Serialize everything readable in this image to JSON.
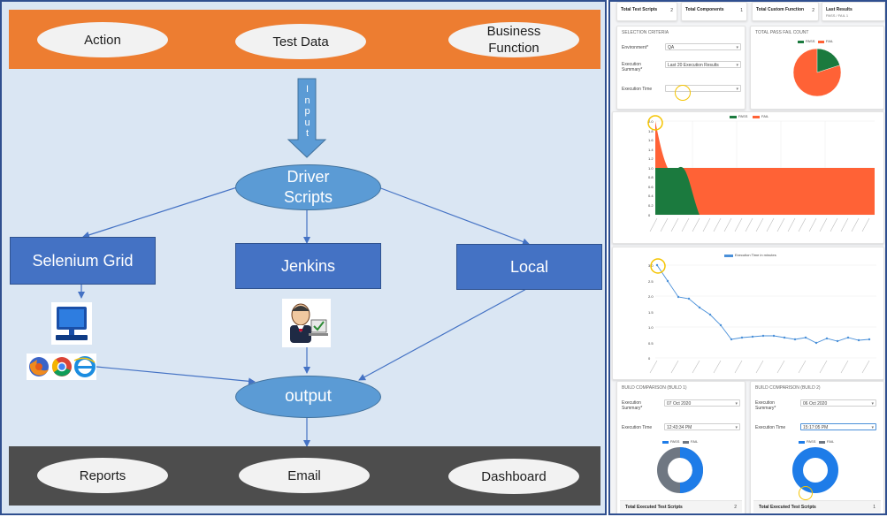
{
  "top_band": {
    "items": [
      "Action",
      "Test Data",
      "Business\nFunction"
    ]
  },
  "input_arrow": {
    "label": "Input",
    "letters": [
      "I",
      "n",
      "p",
      "u",
      "t"
    ]
  },
  "driver": {
    "label": "Driver\nScripts"
  },
  "targets": {
    "selenium": "Selenium Grid",
    "jenkins": "Jenkins",
    "local": "Local"
  },
  "output": {
    "label": "output"
  },
  "bottom_band": {
    "items": [
      "Reports",
      "Email",
      "Dashboard"
    ]
  },
  "colors": {
    "orange_band": "#ed7d31",
    "dark_band": "#4d4d4d",
    "box_blue": "#4472c4",
    "node_blue": "#5b9bd5",
    "pass": "#1b7a3e",
    "fail": "#ff6236",
    "line_blue": "#4a90d9"
  },
  "dashboard": {
    "top_cards": [
      {
        "label": "Total Test Scripts",
        "value": "2"
      },
      {
        "label": "Total Components",
        "value": "1"
      },
      {
        "label": "Total Custom Function",
        "value": "2"
      },
      {
        "label": "Last Results",
        "value": "",
        "sub": "PASS / FAIL 1"
      }
    ],
    "selection": {
      "title": "SELECTION CRITERIA",
      "env_label": "Environment*",
      "env_value": "QA",
      "exec_label": "Execution\nSummary*",
      "exec_value": "Last 20 Execution Results",
      "time_label": "Execution Time",
      "time_value": ""
    },
    "pie": {
      "title": "TOTAL PASS FAIL COUNT",
      "legend": [
        "PASS",
        "FAIL"
      ]
    },
    "area": {
      "legend": [
        "PASS",
        "FAIL"
      ],
      "yticks": [
        "2.0",
        "1.8",
        "1.6",
        "1.4",
        "1.2",
        "1.0",
        "0.8",
        "0.6",
        "0.4",
        "0.2",
        "0"
      ]
    },
    "line": {
      "legend": "Execution Time in minutes",
      "yticks": [
        "3.0",
        "2.5",
        "2.0",
        "1.5",
        "1.0",
        "0.5",
        "0"
      ]
    },
    "build1": {
      "title": "BUILD COMPARISON (BUILD 1)",
      "exec_label": "Execution\nSummary*",
      "exec_value": "07 Oct 2020",
      "time_label": "Execution Time",
      "time_value": "12:43:34 PM",
      "legend": [
        "PASS",
        "FAIL"
      ],
      "footer": "Total Executed Test Scripts",
      "footer_value": "2"
    },
    "build2": {
      "title": "BUILD COMPARISON (BUILD 2)",
      "exec_label": "Execution\nSummary*",
      "exec_value": "06 Oct 2020",
      "time_label": "Execution Time",
      "time_value": "15:17:05 PM",
      "legend": [
        "PASS",
        "FAIL"
      ],
      "footer": "Total Executed Test Scripts",
      "footer_value": "1"
    }
  }
}
